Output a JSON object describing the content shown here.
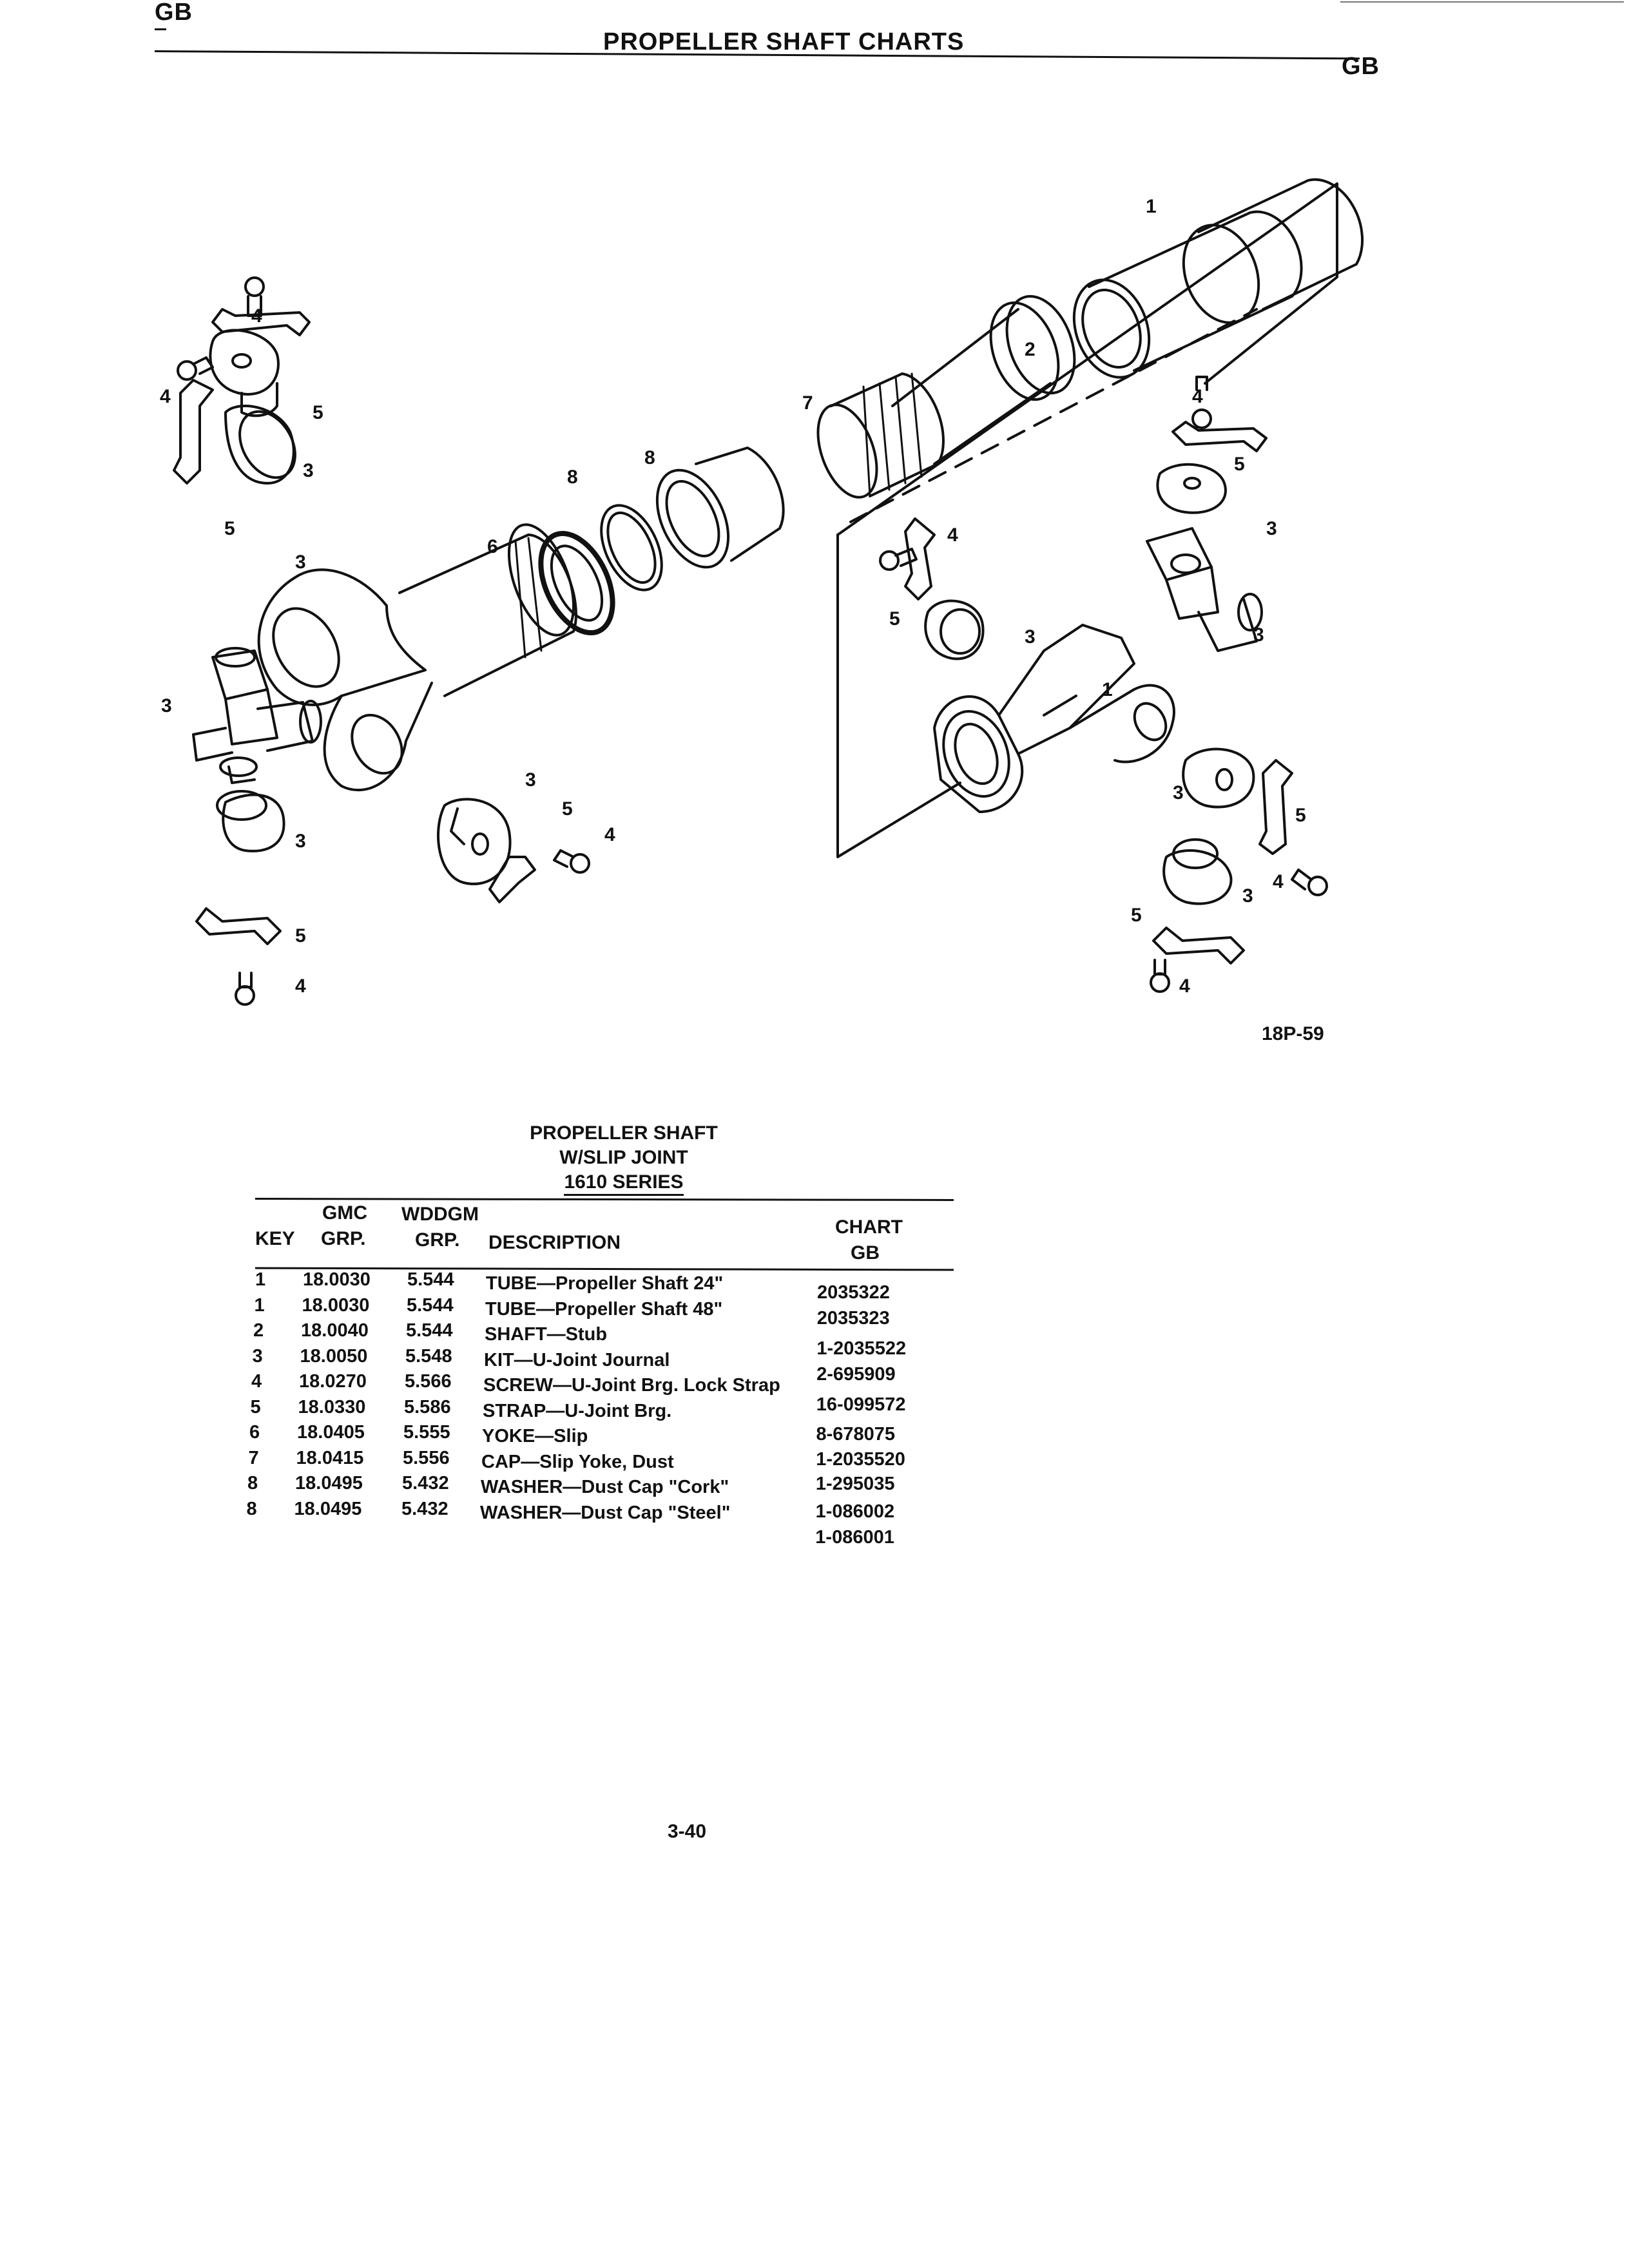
{
  "header": {
    "left_label": "GB",
    "title": "PROPELLER SHAFT CHARTS",
    "right_label": "GB"
  },
  "figure": {
    "code": "18P-59",
    "callouts": [
      "1",
      "2",
      "3",
      "4",
      "5",
      "6",
      "7",
      "8"
    ]
  },
  "table": {
    "title_lines": [
      "PROPELLER SHAFT",
      "W/SLIP JOINT",
      "1610 SERIES"
    ],
    "headers": {
      "key": "KEY",
      "gmc_top": "GMC",
      "gmc_bottom": "GRP.",
      "wddgm_top": "WDDGM",
      "wddgm_bottom": "GRP.",
      "description": "DESCRIPTION",
      "chart_top": "CHART",
      "chart_bottom": "GB"
    },
    "rows": [
      {
        "key": "1",
        "gmc": "18.0030",
        "wddgm": "5.544",
        "description": "TUBE—Propeller Shaft 24\"",
        "chart": "2035322"
      },
      {
        "key": "1",
        "gmc": "18.0030",
        "wddgm": "5.544",
        "description": "TUBE—Propeller Shaft 48\"",
        "chart": "2035323"
      },
      {
        "key": "2",
        "gmc": "18.0040",
        "wddgm": "5.544",
        "description": "SHAFT—Stub",
        "chart": "1-2035522"
      },
      {
        "key": "3",
        "gmc": "18.0050",
        "wddgm": "5.548",
        "description": "KIT—U-Joint Journal",
        "chart": "2-695909"
      },
      {
        "key": "4",
        "gmc": "18.0270",
        "wddgm": "5.566",
        "description": "SCREW—U-Joint Brg. Lock Strap",
        "chart": "16-099572"
      },
      {
        "key": "5",
        "gmc": "18.0330",
        "wddgm": "5.586",
        "description": "STRAP—U-Joint Brg.",
        "chart": "8-678075"
      },
      {
        "key": "6",
        "gmc": "18.0405",
        "wddgm": "5.555",
        "description": "YOKE—Slip",
        "chart": "1-2035520"
      },
      {
        "key": "7",
        "gmc": "18.0415",
        "wddgm": "5.556",
        "description": "CAP—Slip Yoke, Dust",
        "chart": "1-295035"
      },
      {
        "key": "8",
        "gmc": "18.0495",
        "wddgm": "5.432",
        "description": "WASHER—Dust Cap \"Cork\"",
        "chart": "1-086002"
      },
      {
        "key": "8",
        "gmc": "18.0495",
        "wddgm": "5.432",
        "description": "WASHER—Dust Cap \"Steel\"",
        "chart": "1-086001"
      }
    ]
  },
  "footer": {
    "page_number": "3-40"
  }
}
